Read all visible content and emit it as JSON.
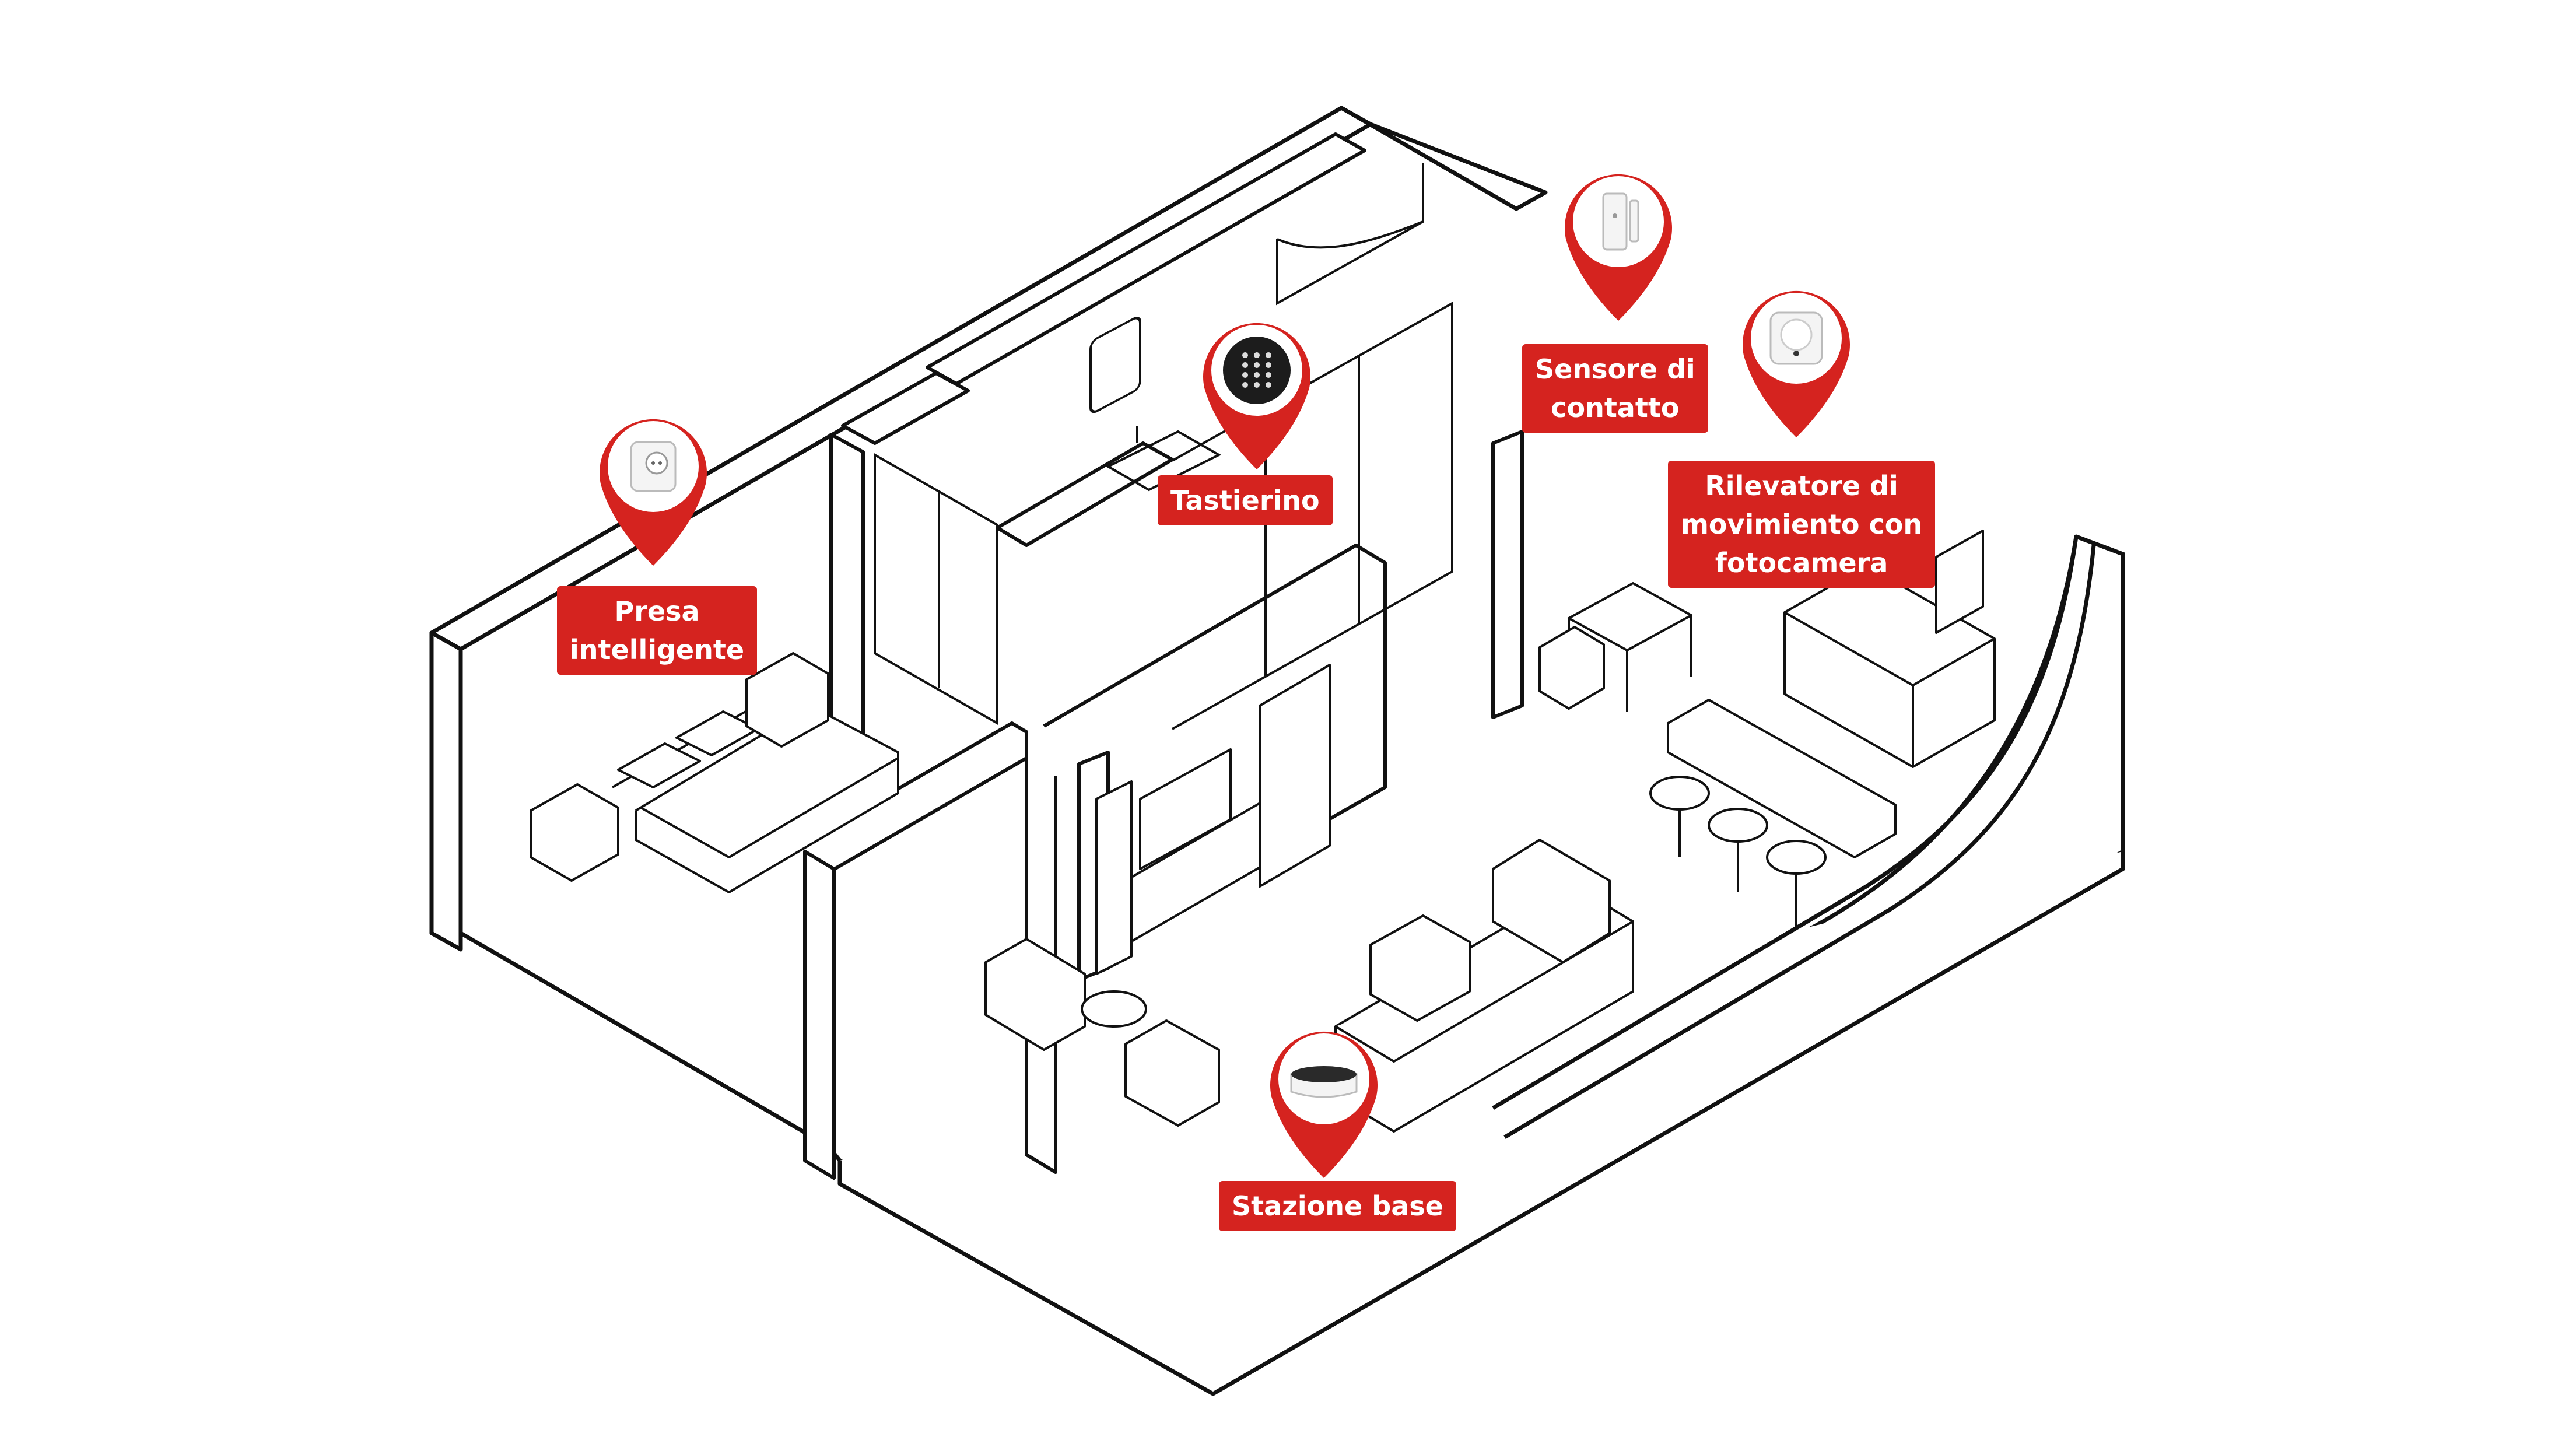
{
  "colors": {
    "accent": "#d5231f",
    "line": "#111111",
    "device": "#f4f4f4"
  },
  "devices": [
    {
      "id": "smart-plug",
      "icon": "smart-plug-icon",
      "lines": [
        "Presa",
        "intelligente"
      ]
    },
    {
      "id": "keypad",
      "icon": "keypad-icon",
      "lines": [
        "Tastierino"
      ]
    },
    {
      "id": "contact-sensor",
      "icon": "contact-sensor-icon",
      "lines": [
        "Sensore di",
        "contatto"
      ]
    },
    {
      "id": "motion-camera",
      "icon": "motion-camera-icon",
      "lines": [
        "Rilevatore di",
        "movimiento con",
        "fotocamera"
      ]
    },
    {
      "id": "base-station",
      "icon": "base-station-icon",
      "lines": [
        "Stazione base"
      ]
    }
  ]
}
